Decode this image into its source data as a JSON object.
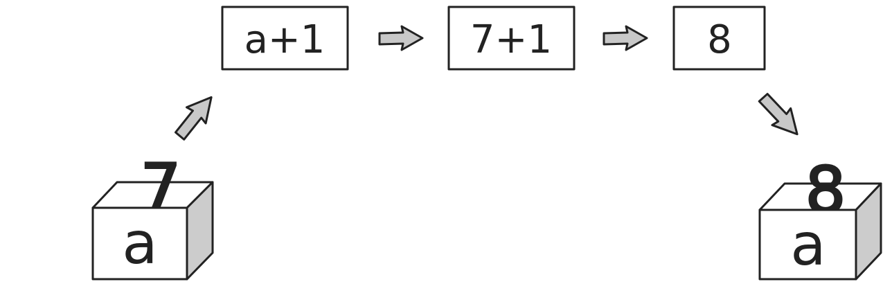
{
  "steps": [
    {
      "text": "a+1"
    },
    {
      "text": "7+1"
    },
    {
      "text": "8"
    }
  ],
  "input_box": {
    "label": "a",
    "content": "7"
  },
  "output_box": {
    "label": "a",
    "content": "8"
  },
  "colors": {
    "line": "#222222",
    "arrow_fill": "#c8c8c8",
    "box_side": "#cccccc",
    "background": "#ffffff"
  }
}
